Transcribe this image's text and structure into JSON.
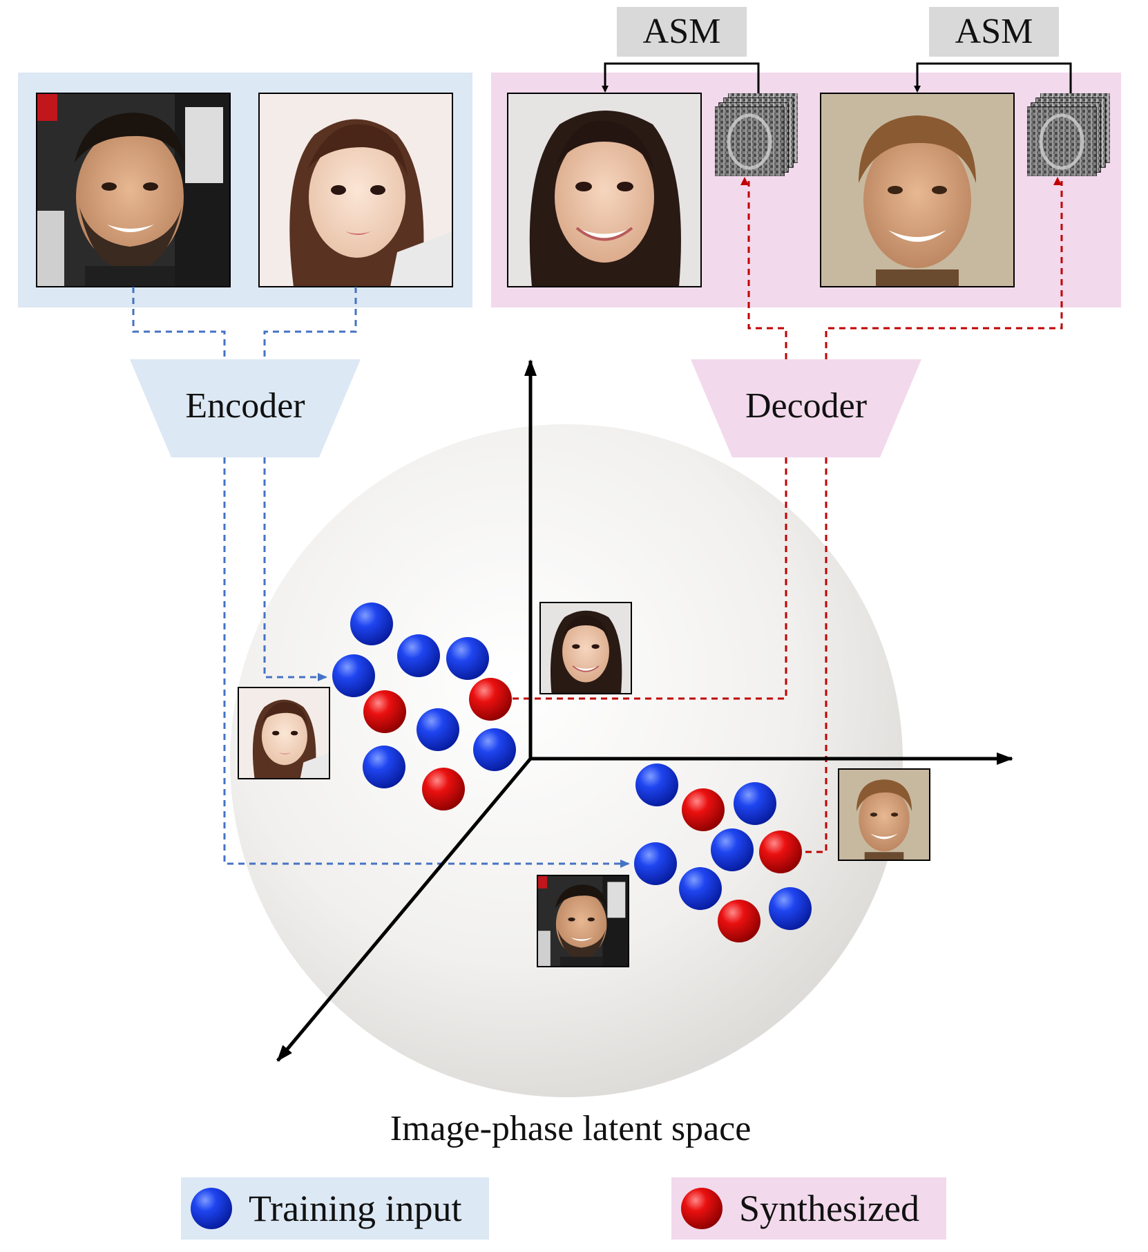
{
  "asm_labels": [
    "ASM",
    "ASM"
  ],
  "encoder_label": "Encoder",
  "decoder_label": "Decoder",
  "latent_space_label": "Image-phase latent space",
  "legend": {
    "training_label": "Training input",
    "synthesized_label": "Synthesized"
  },
  "colors": {
    "encoder_panel": "#dce8f4",
    "decoder_panel": "#f2d9ec",
    "asm_box": "#d9d9d9",
    "blue_link": "#4472c4",
    "red_link": "#c00000",
    "training_ball": "#0a2ee6",
    "synthesized_ball": "#e60000"
  }
}
